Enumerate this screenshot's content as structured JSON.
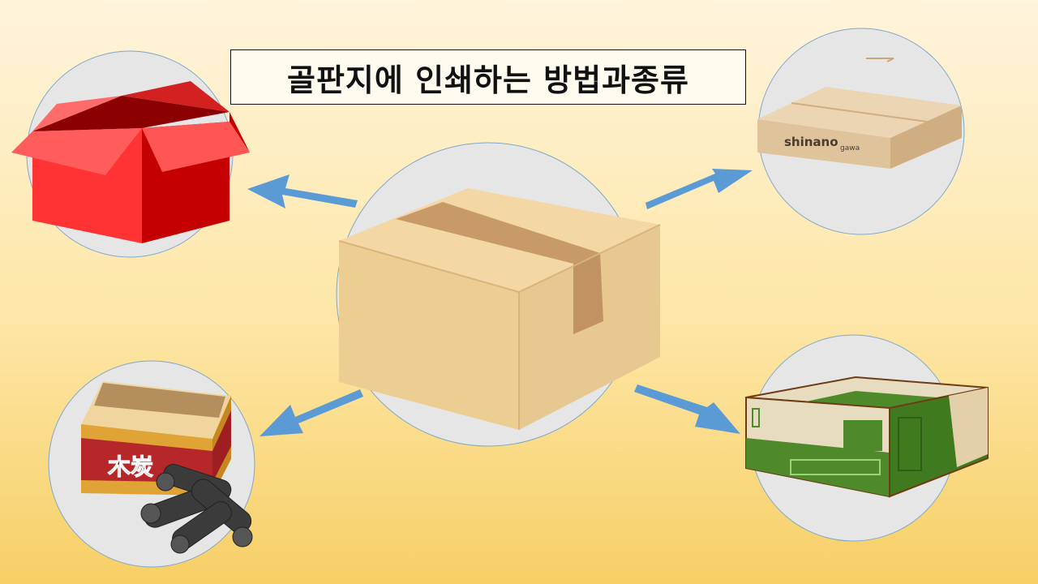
{
  "title": "골판지에 인쇄하는 방법과종류",
  "center": {
    "icon": "cardboard-box-icon"
  },
  "branches": [
    {
      "position": "top-left",
      "icon": "red-printed-box-icon"
    },
    {
      "position": "top-right",
      "icon": "flat-brown-box-icon",
      "logo_text": "shinano",
      "logo_subtext": "gawa"
    },
    {
      "position": "bottom-left",
      "icon": "charcoal-box-icon",
      "label": "木炭"
    },
    {
      "position": "bottom-right",
      "icon": "green-printed-box-icon"
    }
  ],
  "colors": {
    "arrow": "#5b9bd5",
    "circle_fill": "#e6e6e6",
    "circle_stroke": "#7fa7c9"
  }
}
